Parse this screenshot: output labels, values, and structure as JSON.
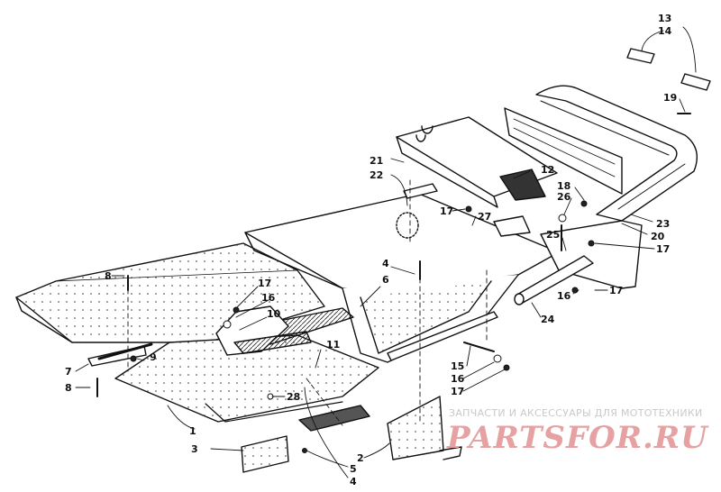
{
  "diagram": {
    "callouts": [
      {
        "id": "c13",
        "text": "13"
      },
      {
        "id": "c14",
        "text": "14"
      },
      {
        "id": "c19",
        "text": "19"
      },
      {
        "id": "c21",
        "text": "21"
      },
      {
        "id": "c22",
        "text": "22"
      },
      {
        "id": "c12",
        "text": "12"
      },
      {
        "id": "c18",
        "text": "18"
      },
      {
        "id": "c26",
        "text": "26"
      },
      {
        "id": "c17a",
        "text": "17"
      },
      {
        "id": "c27",
        "text": "27"
      },
      {
        "id": "c23",
        "text": "23"
      },
      {
        "id": "c20",
        "text": "20"
      },
      {
        "id": "c17b",
        "text": "17"
      },
      {
        "id": "c25",
        "text": "25"
      },
      {
        "id": "c4a",
        "text": "4"
      },
      {
        "id": "c6",
        "text": "6"
      },
      {
        "id": "c16a",
        "text": "16"
      },
      {
        "id": "c17c",
        "text": "17"
      },
      {
        "id": "c24",
        "text": "24"
      },
      {
        "id": "c8a",
        "text": "8"
      },
      {
        "id": "c17d",
        "text": "17"
      },
      {
        "id": "c16b",
        "text": "16"
      },
      {
        "id": "c10",
        "text": "10"
      },
      {
        "id": "c11",
        "text": "11"
      },
      {
        "id": "c7",
        "text": "7"
      },
      {
        "id": "c9",
        "text": "9"
      },
      {
        "id": "c8b",
        "text": "8"
      },
      {
        "id": "c28",
        "text": "28"
      },
      {
        "id": "c15",
        "text": "15"
      },
      {
        "id": "c16c",
        "text": "16"
      },
      {
        "id": "c17e",
        "text": "17"
      },
      {
        "id": "c1",
        "text": "1"
      },
      {
        "id": "c3",
        "text": "3"
      },
      {
        "id": "c2",
        "text": "2"
      },
      {
        "id": "c5",
        "text": "5"
      },
      {
        "id": "c4b",
        "text": "4"
      }
    ]
  },
  "watermark": {
    "tagline": "ЗАПЧАСТИ И АКСЕССУАРЫ ДЛЯ МОТОТЕХНИКИ",
    "logo": "PARTSFOR.RU"
  }
}
